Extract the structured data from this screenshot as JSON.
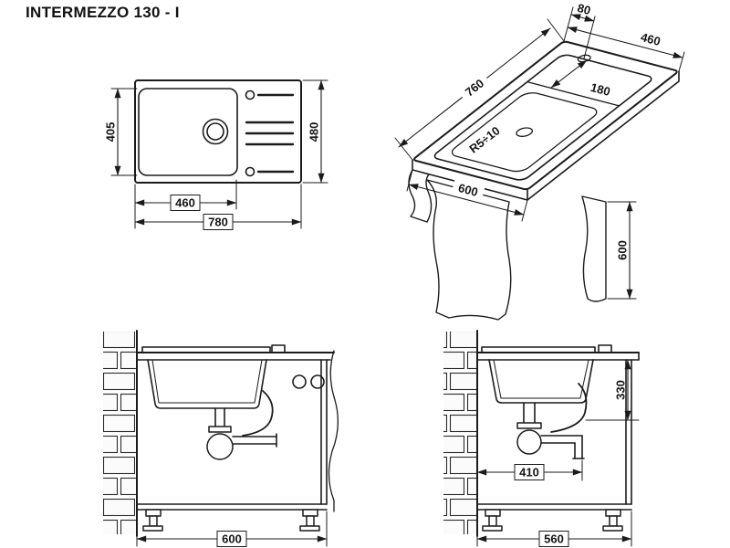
{
  "title": "INTERMEZZO 130 - I",
  "views": {
    "plan": {
      "bowl_depth": "405",
      "total_depth": "480",
      "bowl_width": "460",
      "total_width": "780"
    },
    "iso": {
      "tap_offset": "80",
      "cutout_width": "460",
      "cutout_length": "760",
      "drainer_length": "180",
      "corner_radius": "R5÷10",
      "cabinet_front_width": "600",
      "cabinet_height": "600"
    },
    "front_section": {
      "cabinet_width": "600"
    },
    "side_section": {
      "outlet_height": "330",
      "outlet_distance": "410",
      "cabinet_depth": "560"
    }
  }
}
